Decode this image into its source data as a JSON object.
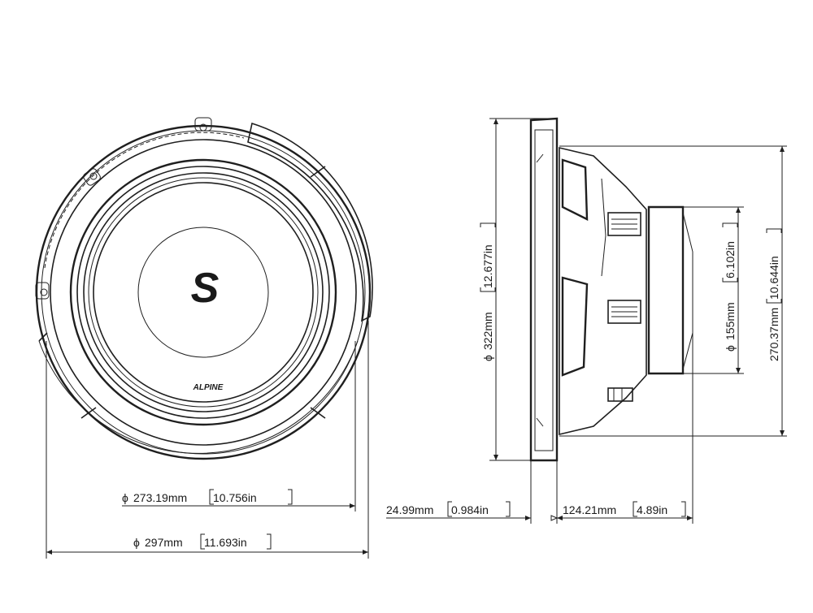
{
  "front_view": {
    "logo_letter": "S",
    "brand_text": "ALPINE",
    "cutout_diameter": {
      "symbol": "ϕ",
      "mm": "273.19mm",
      "inch": "10.756in"
    },
    "overall_diameter": {
      "symbol": "ϕ",
      "mm": "297mm",
      "inch": "11.693in"
    }
  },
  "side_view": {
    "frame_diameter": {
      "symbol": "ϕ",
      "mm": "322mm",
      "inch": "12.677in"
    },
    "magnet_diameter": {
      "symbol": "ϕ",
      "mm": "155mm",
      "inch": "6.102in"
    },
    "basket_height": {
      "mm": "270.37mm",
      "inch": "10.644in"
    },
    "flange_depth": {
      "mm": "24.99mm",
      "inch": "0.984in"
    },
    "mount_depth": {
      "mm": "124.21mm",
      "inch": "4.89in"
    }
  }
}
